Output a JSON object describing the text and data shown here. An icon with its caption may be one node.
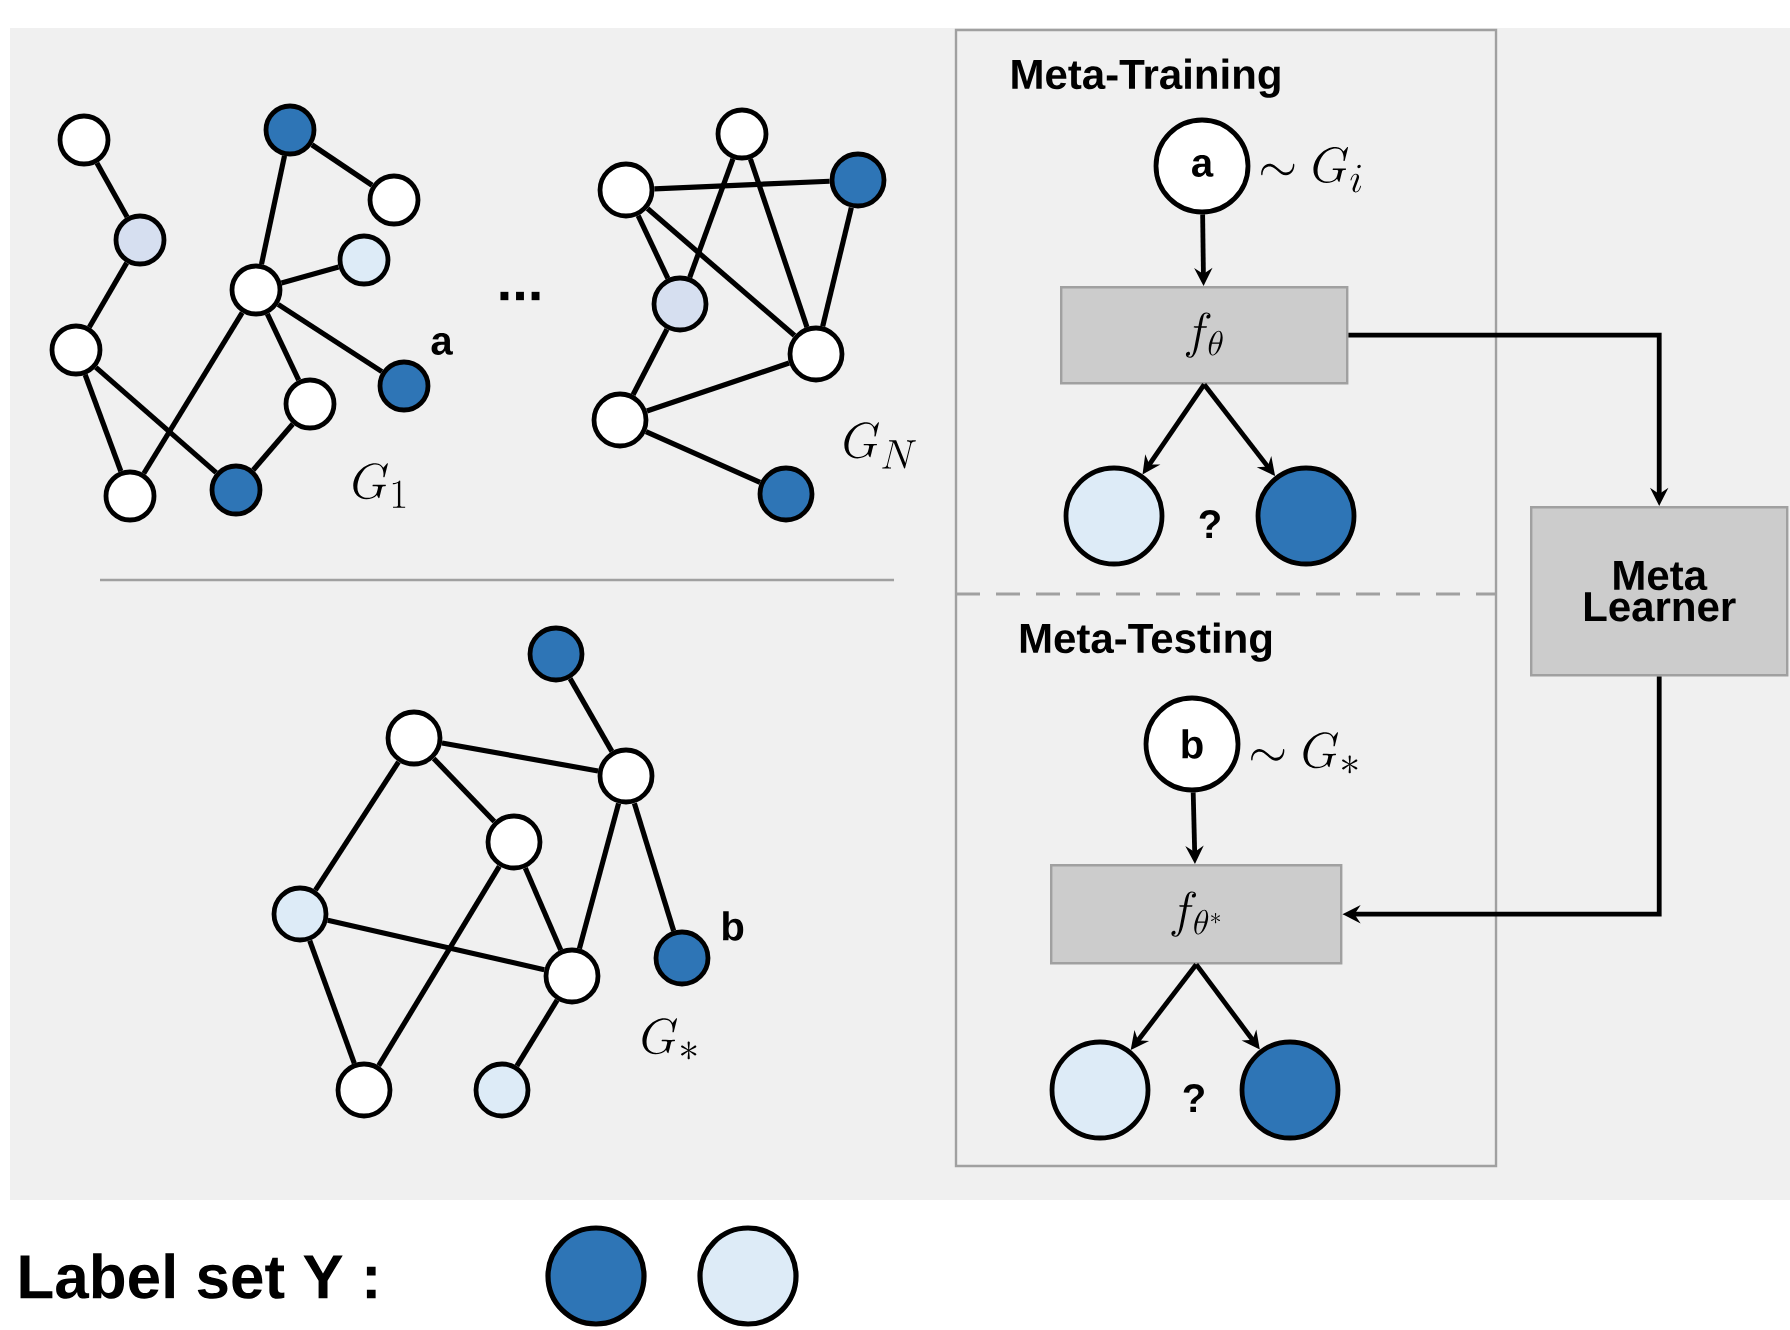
{
  "diagram": {
    "nodes": [
      {
        "text": [],
        "shape": "circle"
      },
      {
        "text": [],
        "shape": "circle"
      },
      {
        "text": [],
        "shape": "circle"
      },
      {
        "text": [],
        "shape": "circle"
      },
      {
        "text": [],
        "shape": "circle"
      },
      {
        "text": [],
        "shape": "circle"
      },
      {
        "text": [],
        "shape": "circle"
      },
      {
        "text": [],
        "shape": "circle"
      },
      {
        "text": [],
        "shape": "circle",
        "beside": [
          "a"
        ]
      },
      {
        "text": [],
        "shape": "circle"
      },
      {
        "text": [],
        "shape": "circle"
      },
      {
        "text": [],
        "shape": "circle"
      },
      {
        "text": [],
        "shape": "circle"
      },
      {
        "text": [],
        "shape": "circle"
      },
      {
        "text": [],
        "shape": "circle"
      },
      {
        "text": [],
        "shape": "circle"
      },
      {
        "text": [],
        "shape": "circle"
      },
      {
        "text": [],
        "shape": "circle"
      },
      {
        "text": [
          "Meta-Training"
        ]
      },
      {
        "text": [
          "a"
        ],
        "in": 18,
        "beside": [
          "\\sim G_i"
        ]
      },
      {
        "text": [
          "f_{\\theta}"
        ],
        "in": 18
      },
      {
        "text": [],
        "shape": "circle",
        "in": 18
      },
      {
        "text": [],
        "shape": "circle",
        "in": 18
      },
      {
        "text": [
          "Meta Learner"
        ]
      },
      {
        "text": [],
        "shape": "circle"
      },
      {
        "text": [],
        "shape": "circle"
      },
      {
        "text": [],
        "shape": "circle"
      },
      {
        "text": [],
        "shape": "circle"
      },
      {
        "text": [],
        "shape": "circle"
      },
      {
        "text": [],
        "shape": "circle"
      },
      {
        "text": [],
        "shape": "circle",
        "beside": [
          "b"
        ]
      },
      {
        "text": [],
        "shape": "circle"
      },
      {
        "text": [],
        "shape": "circle"
      },
      {
        "text": [
          "Meta-Testing"
        ]
      },
      {
        "text": [
          "b"
        ],
        "in": 33,
        "beside": [
          "\\sim G_{*}"
        ]
      },
      {
        "text": [
          "f_{\\theta^{*}}"
        ],
        "in": 33
      },
      {
        "text": [],
        "shape": "circle",
        "in": 33
      },
      {
        "text": [],
        "shape": "circle",
        "in": 33
      }
    ],
    "edges": [
      {
        "from": 0,
        "to": 3,
        "arrow": "none"
      },
      {
        "from": 3,
        "to": 6,
        "arrow": "none"
      },
      {
        "from": 1,
        "to": 2,
        "arrow": "none"
      },
      {
        "from": 1,
        "to": 5,
        "arrow": "none"
      },
      {
        "from": 5,
        "to": 4,
        "arrow": "none"
      },
      {
        "from": 5,
        "to": 8,
        "arrow": "none"
      },
      {
        "from": 5,
        "to": 7,
        "arrow": "none"
      },
      {
        "from": 5,
        "to": 9,
        "arrow": "none"
      },
      {
        "from": 6,
        "to": 9,
        "arrow": "none"
      },
      {
        "from": 6,
        "to": 10,
        "arrow": "none"
      },
      {
        "from": 10,
        "to": 7,
        "arrow": "none"
      },
      {
        "from": 12,
        "to": 13,
        "arrow": "none"
      },
      {
        "from": 12,
        "to": 14,
        "arrow": "none"
      },
      {
        "from": 12,
        "to": 15,
        "arrow": "none"
      },
      {
        "from": 11,
        "to": 14,
        "arrow": "none"
      },
      {
        "from": 11,
        "to": 15,
        "arrow": "none"
      },
      {
        "from": 13,
        "to": 15,
        "arrow": "none"
      },
      {
        "from": 14,
        "to": 16,
        "arrow": "none"
      },
      {
        "from": 16,
        "to": 15,
        "arrow": "none"
      },
      {
        "from": 16,
        "to": 17,
        "arrow": "none"
      },
      {
        "from": 19,
        "to": 20,
        "arrow": "to"
      },
      {
        "from": 20,
        "to": 21,
        "arrow": "to"
      },
      {
        "from": 20,
        "to": 22,
        "arrow": "to"
      },
      {
        "from": 20,
        "to": 23,
        "arrow": "to"
      },
      {
        "from": 23,
        "to": 35,
        "arrow": "to"
      },
      {
        "from": 24,
        "to": 26,
        "arrow": "none"
      },
      {
        "from": 25,
        "to": 26,
        "arrow": "none"
      },
      {
        "from": 25,
        "to": 28,
        "arrow": "none"
      },
      {
        "from": 25,
        "to": 27,
        "arrow": "none"
      },
      {
        "from": 28,
        "to": 29,
        "arrow": "none"
      },
      {
        "from": 28,
        "to": 31,
        "arrow": "none"
      },
      {
        "from": 27,
        "to": 31,
        "arrow": "none"
      },
      {
        "from": 27,
        "to": 29,
        "arrow": "none"
      },
      {
        "from": 26,
        "to": 29,
        "arrow": "none"
      },
      {
        "from": 26,
        "to": 30,
        "arrow": "none"
      },
      {
        "from": 29,
        "to": 32,
        "arrow": "none"
      },
      {
        "from": 34,
        "to": 35,
        "arrow": "to"
      },
      {
        "from": 35,
        "to": 36,
        "arrow": "to"
      },
      {
        "from": 35,
        "to": 37,
        "arrow": "to"
      }
    ],
    "labels": [
      "...",
      "G_{1}",
      "G_{N}",
      "?",
      "G_{*}",
      "?",
      "Label set Y :"
    ]
  }
}
